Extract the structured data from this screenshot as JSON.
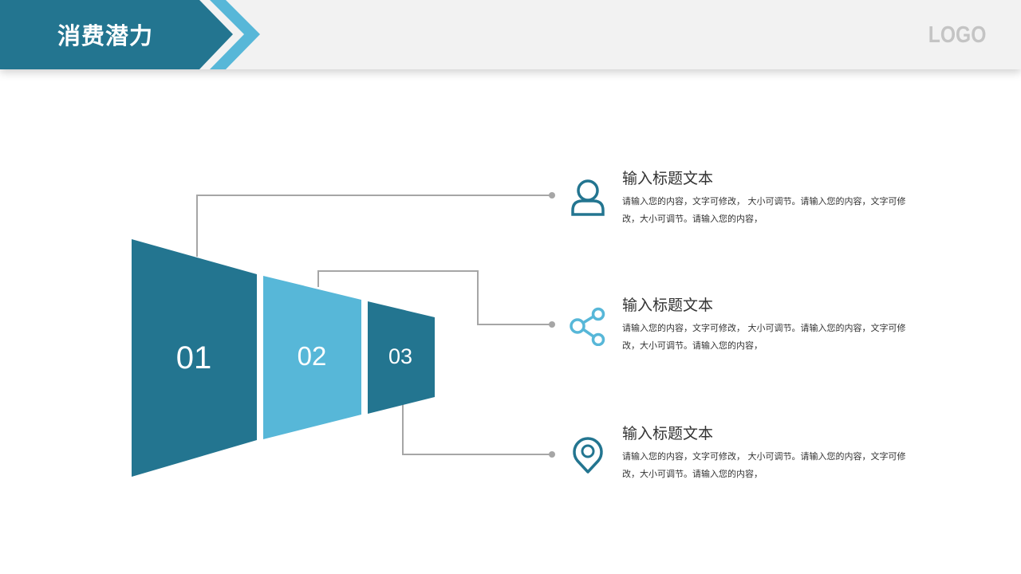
{
  "header": {
    "title": "消费潜力",
    "logo": "LOGO"
  },
  "colors": {
    "dark": "#237590",
    "light": "#57b7d8",
    "line": "#a6a6a6"
  },
  "funnel": [
    {
      "label": "01"
    },
    {
      "label": "02"
    },
    {
      "label": "03"
    }
  ],
  "items": [
    {
      "icon": "user-icon",
      "title": "输入标题文本",
      "body": "请输入您的内容，文字可修改，  大小可调节。请输入您的内容，文字可修改，大小可调节。请输入您的内容，"
    },
    {
      "icon": "share-icon",
      "title": "输入标题文本",
      "body": "请输入您的内容，文字可修改，  大小可调节。请输入您的内容，文字可修改，大小可调节。请输入您的内容，"
    },
    {
      "icon": "location-pin-icon",
      "title": "输入标题文本",
      "body": "请输入您的内容，文字可修改，  大小可调节。请输入您的内容，文字可修改，大小可调节。请输入您的内容，"
    }
  ]
}
